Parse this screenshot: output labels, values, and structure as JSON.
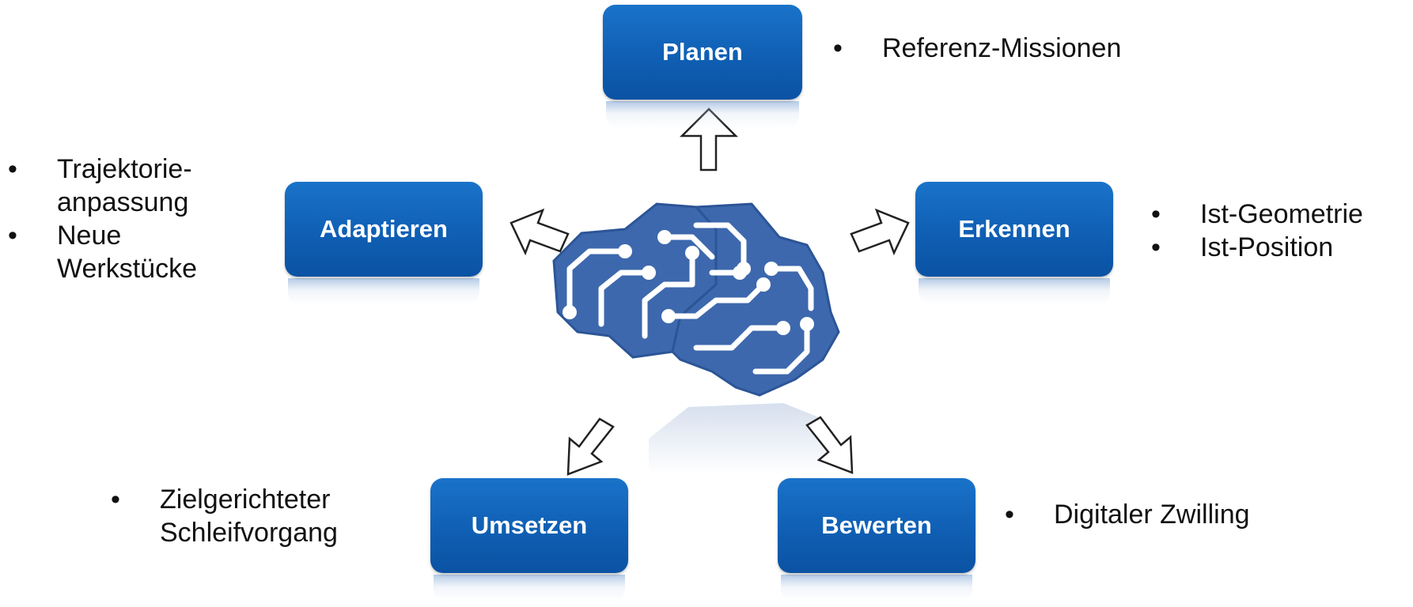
{
  "boxes": {
    "planen": "Planen",
    "erkennen": "Erkennen",
    "adaptieren": "Adaptieren",
    "umsetzen": "Umsetzen",
    "bewerten": "Bewerten"
  },
  "bullets": {
    "planen": [
      "Referenz-Missionen"
    ],
    "erkennen": [
      "Ist-Geometrie",
      "Ist-Position"
    ],
    "adaptieren": [
      "Trajektorie-anpassung",
      "Neue Werkstücke"
    ],
    "umsetzen": [
      "Zielgerichteter Schleifvorgang"
    ],
    "bewerten": [
      "Digitaler Zwilling"
    ]
  },
  "colors": {
    "box_fill": "#0f5fb4",
    "brain_fill": "#3d68ad",
    "brain_trace": "#ffffff",
    "arrow_stroke": "#222222"
  },
  "icons": {
    "center": "circuit-brain-icon",
    "arrows": "hollow-arrow-icon"
  }
}
